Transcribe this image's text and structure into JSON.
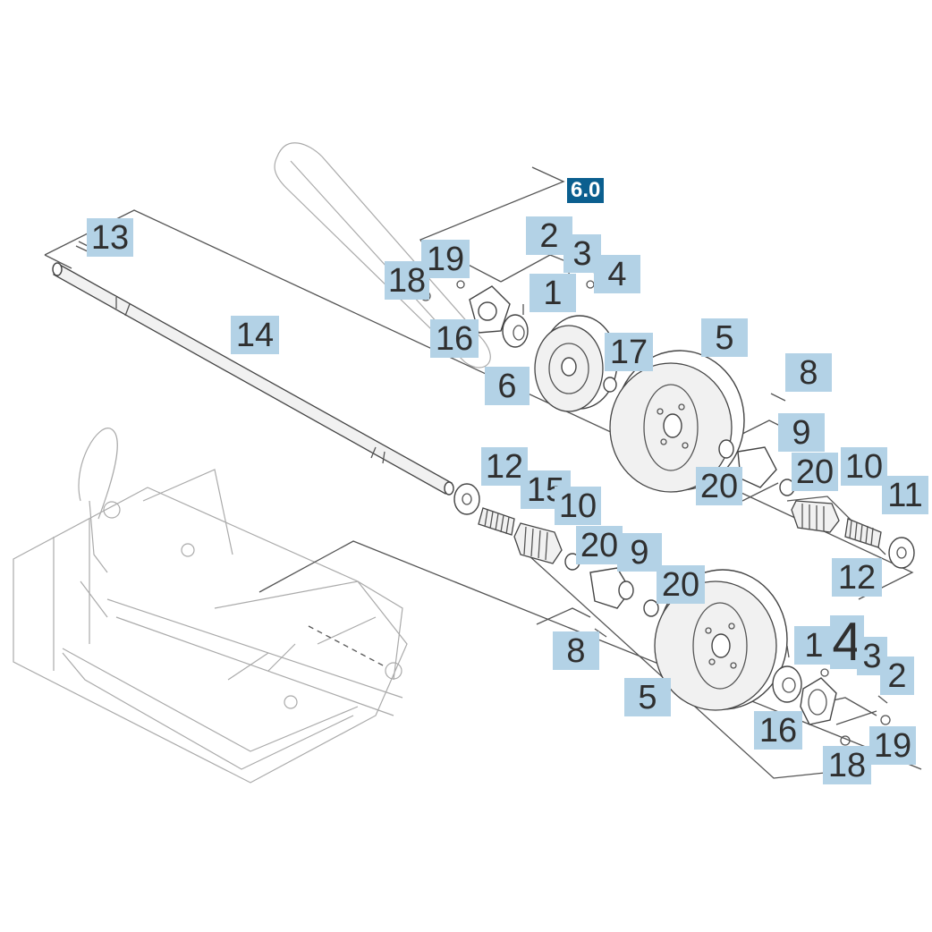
{
  "reference_badge": "6.0",
  "callouts": [
    {
      "id": "c13",
      "text": "13"
    },
    {
      "id": "c19a",
      "text": "19"
    },
    {
      "id": "c18a",
      "text": "18"
    },
    {
      "id": "c2a",
      "text": "2"
    },
    {
      "id": "c3a",
      "text": "3"
    },
    {
      "id": "c4a",
      "text": "4"
    },
    {
      "id": "c1a",
      "text": "1"
    },
    {
      "id": "c16a",
      "text": "16"
    },
    {
      "id": "c14",
      "text": "14"
    },
    {
      "id": "c6",
      "text": "6"
    },
    {
      "id": "c17",
      "text": "17"
    },
    {
      "id": "c5a",
      "text": "5"
    },
    {
      "id": "c8a",
      "text": "8"
    },
    {
      "id": "c9a",
      "text": "9"
    },
    {
      "id": "c20a",
      "text": "20"
    },
    {
      "id": "c20b",
      "text": "20"
    },
    {
      "id": "c10a",
      "text": "10"
    },
    {
      "id": "c11",
      "text": "11"
    },
    {
      "id": "c12a",
      "text": "12"
    },
    {
      "id": "c15",
      "text": "15"
    },
    {
      "id": "c10b",
      "text": "10"
    },
    {
      "id": "c20c",
      "text": "20"
    },
    {
      "id": "c9b",
      "text": "9"
    },
    {
      "id": "c20d",
      "text": "20"
    },
    {
      "id": "c12b",
      "text": "12"
    },
    {
      "id": "c8b",
      "text": "8"
    },
    {
      "id": "c5b",
      "text": "5"
    },
    {
      "id": "c1b",
      "text": "1"
    },
    {
      "id": "c4b",
      "text": "4"
    },
    {
      "id": "c3b",
      "text": "3"
    },
    {
      "id": "c2b",
      "text": "2"
    },
    {
      "id": "c16b",
      "text": "16"
    },
    {
      "id": "c18b",
      "text": "18"
    },
    {
      "id": "c19b",
      "text": "19"
    }
  ]
}
